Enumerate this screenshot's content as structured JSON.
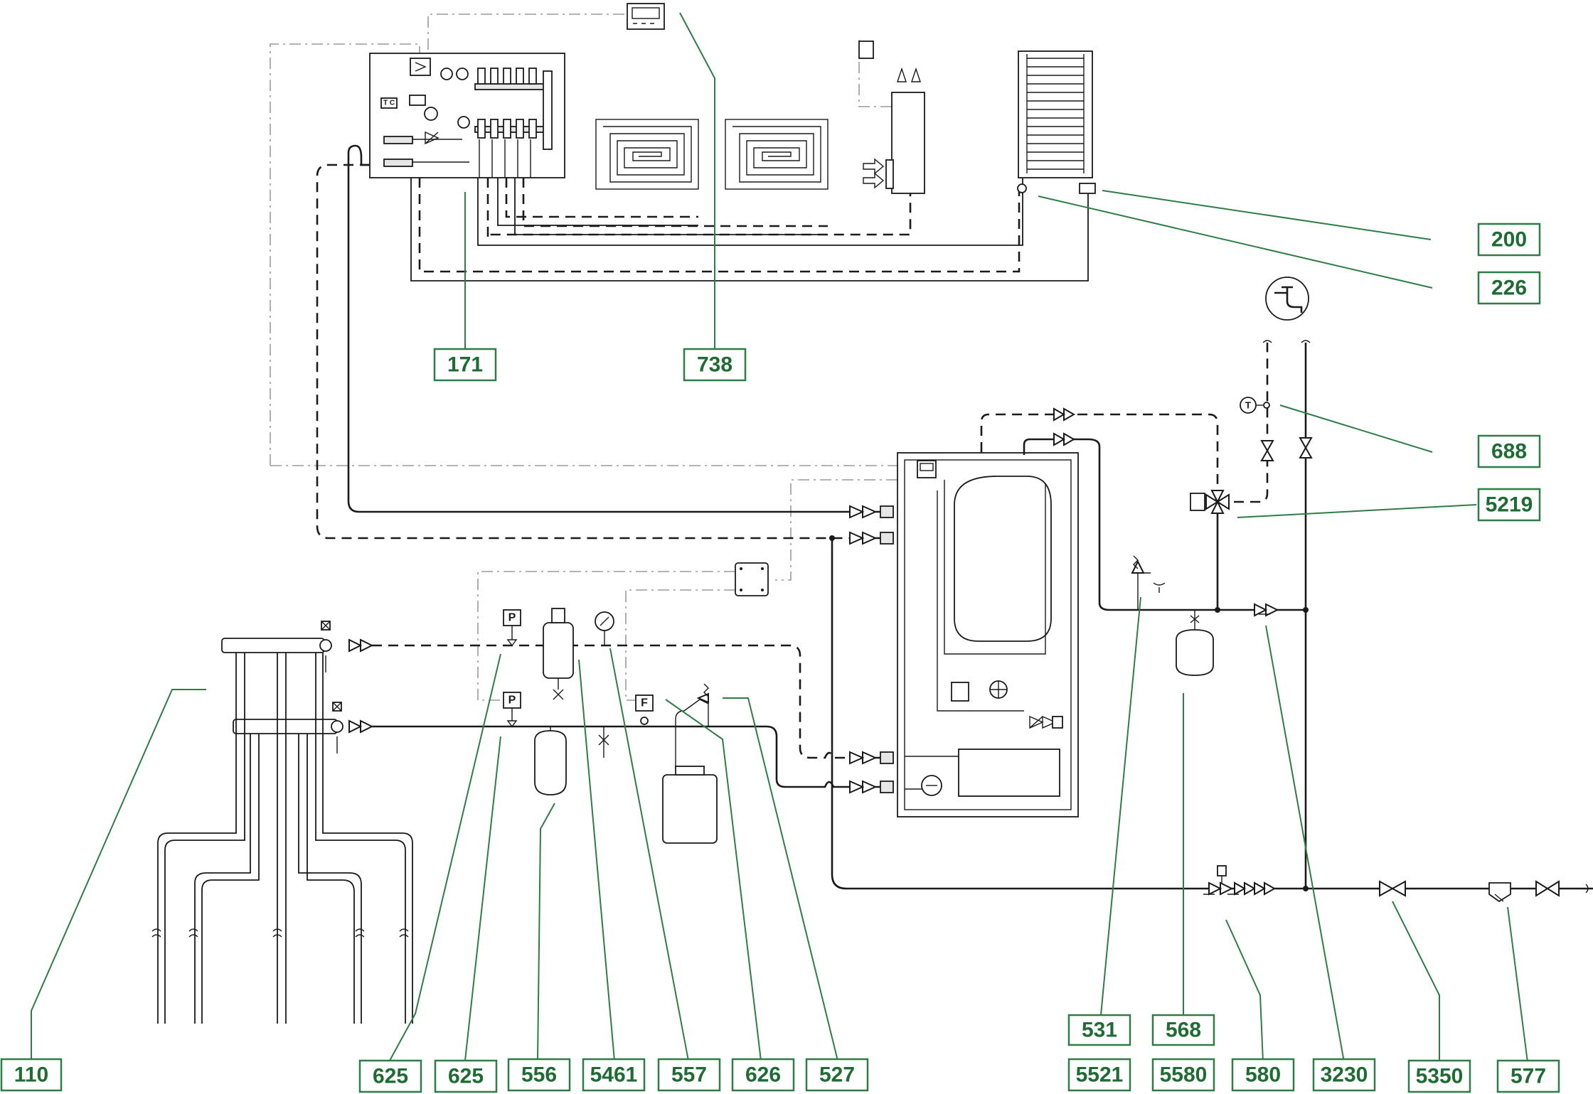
{
  "diagram": {
    "labels": {
      "c110": "110",
      "c171": "171",
      "c200": "200",
      "c226": "226",
      "c527": "527",
      "c531": "531",
      "c556": "556",
      "c557": "557",
      "c568": "568",
      "c577": "577",
      "c580": "580",
      "c625a": "625",
      "c625b": "625",
      "c626": "626",
      "c688": "688",
      "c738": "738",
      "c3230": "3230",
      "c5219": "5219",
      "c5350": "5350",
      "c5461": "5461",
      "c5521": "5521",
      "c5580": "5580"
    },
    "symbols": {
      "pressure_switch": "P",
      "flow_switch": "F",
      "thermometer": "T",
      "room_control": "T C"
    }
  },
  "colors": {
    "callout_green": "#2e7d46",
    "pipe": "#1a1a1a",
    "control_line": "#9a9a9a"
  }
}
